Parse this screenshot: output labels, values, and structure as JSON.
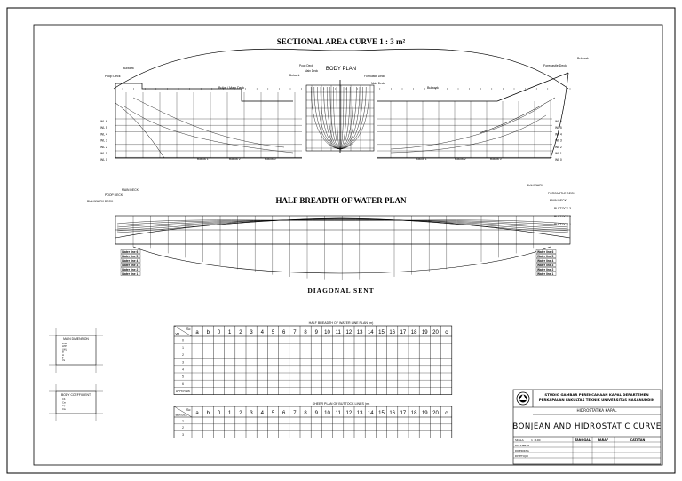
{
  "drawing": {
    "sectional_title": "SECTIONAL AREA CURVE 1 : 3 m²",
    "body_plan_label": "BODY PLAN",
    "half_breadth_title": "HALF BREADTH OF WATER PLAN",
    "diagonal_title": "DIAGONAL SENT",
    "profile_labels": {
      "poop_deck": "Poop Deck",
      "bulwark": "Bulwark",
      "forecastle_deck": "Forecastle Deck",
      "main_deck": "Buliar / Main Deck"
    },
    "body_plan_labels": [
      "Poop Deck",
      "Main Deck",
      "Bulwark",
      "Forecastle Deck",
      "Main Deck"
    ],
    "wl_labels": [
      "WL 6",
      "WL 5",
      "WL 4",
      "WL 3",
      "WL 2",
      "WL 1",
      "WL 0"
    ],
    "buttock_labels": [
      "Buttock 1",
      "Buttock 2",
      "Buttock 3"
    ],
    "half_breadth_left_labels": [
      "MAIN DECK",
      "POOP DECK",
      "BULKWARK DECK"
    ],
    "half_breadth_right_labels": [
      "BULKWARK",
      "FORCASTLE DECK",
      "MAIN DECK",
      "BUTTOCK 3",
      "BUTTOCK 2",
      "BUTTOCK 1"
    ],
    "diagonal_left_labels": [
      "Water line 6",
      "Water line 5",
      "Water line 4",
      "Water line 3",
      "Water line 2",
      "Water line 1"
    ],
    "diagonal_right_labels": [
      "Water line 6",
      "Water line 5",
      "Water line 4",
      "Water line 3",
      "Water line 2",
      "Water line 1"
    ]
  },
  "main_dimension": {
    "title": "MAIN DIMENSION",
    "rows": [
      "LOA",
      "LPP",
      "LWL",
      "B",
      "H",
      "T",
      "Vs"
    ]
  },
  "coefficient": {
    "title": "BODY COEFFICIENT",
    "rows": [
      "Cb",
      "Cm",
      "Cp",
      "Cw"
    ]
  },
  "table1": {
    "title": "HALF BREADTH OF WATER LINE PLAN (m)",
    "corner_top": "Sc",
    "corner_bottom": "WL",
    "headers": [
      "a",
      "b",
      "0",
      "1",
      "2",
      "3",
      "4",
      "5",
      "6",
      "7",
      "8",
      "9",
      "10",
      "11",
      "12",
      "13",
      "14",
      "15",
      "16",
      "17",
      "18",
      "19",
      "20",
      "c"
    ],
    "row_labels": [
      "0",
      "1",
      "2",
      "3",
      "4",
      "5",
      "6",
      "UPPER DK"
    ]
  },
  "table2": {
    "title": "SHEER PLAN OF BUTTOCK LINES (m)",
    "corner_top": "Sc",
    "corner_bottom": "Buttock",
    "headers": [
      "a",
      "b",
      "0",
      "1",
      "2",
      "3",
      "4",
      "5",
      "6",
      "7",
      "8",
      "9",
      "10",
      "11",
      "12",
      "13",
      "14",
      "15",
      "16",
      "17",
      "18",
      "19",
      "20",
      "c"
    ],
    "row_labels": [
      "1",
      "2",
      "3"
    ]
  },
  "title_block": {
    "institution_line1": "STUDIO GAMBAR PERENCANAAN KAPAL DEPARTEMEN",
    "institution_line2": "PERKAPALAN FAKULTAS TEKNIK UNIVERSITAS HASANUDDIN",
    "subject": "HIDROSTATIKA KAPAL",
    "drawing_title": "BONJEAN AND HIDROSTATIC CURVE",
    "scale_label": "SKALA",
    "scale_value": "1 : 100",
    "drawn_label": "DIGAMBAR",
    "checked_label": "DIPERIKSA",
    "approved_label": "DISETUJUI",
    "tanggal": "TANGGAL",
    "paraf": "PARAF",
    "catatan": "CATATAN"
  },
  "colors": {
    "line": "#000000",
    "paper": "#ffffff"
  }
}
